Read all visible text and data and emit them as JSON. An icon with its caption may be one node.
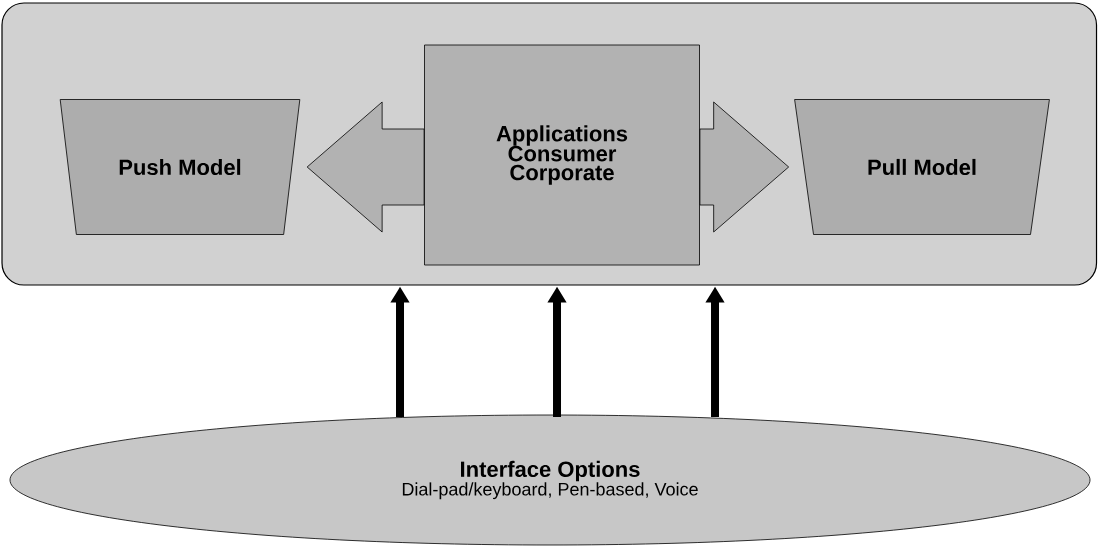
{
  "diagram": {
    "nodes": [
      {
        "text": [],
        "shape": "box"
      },
      {
        "text": [
          "Push Model"
        ],
        "in": 0
      },
      {
        "text": [
          "Applications",
          "Consumer",
          "Corporate"
        ],
        "in": 0
      },
      {
        "text": [
          "Pull Model"
        ],
        "in": 0
      },
      {
        "text": [
          "Interface Options",
          "Dial-pad/keyboard, Pen-based, Voice"
        ]
      }
    ],
    "edges": [
      {
        "from": 2,
        "to": 1,
        "arrow": "to"
      },
      {
        "from": 2,
        "to": 3,
        "arrow": "to"
      },
      {
        "from": 4,
        "to": 0,
        "arrow": "to"
      },
      {
        "from": 4,
        "to": 0,
        "arrow": "to"
      },
      {
        "from": 4,
        "to": 0,
        "arrow": "to"
      }
    ]
  }
}
